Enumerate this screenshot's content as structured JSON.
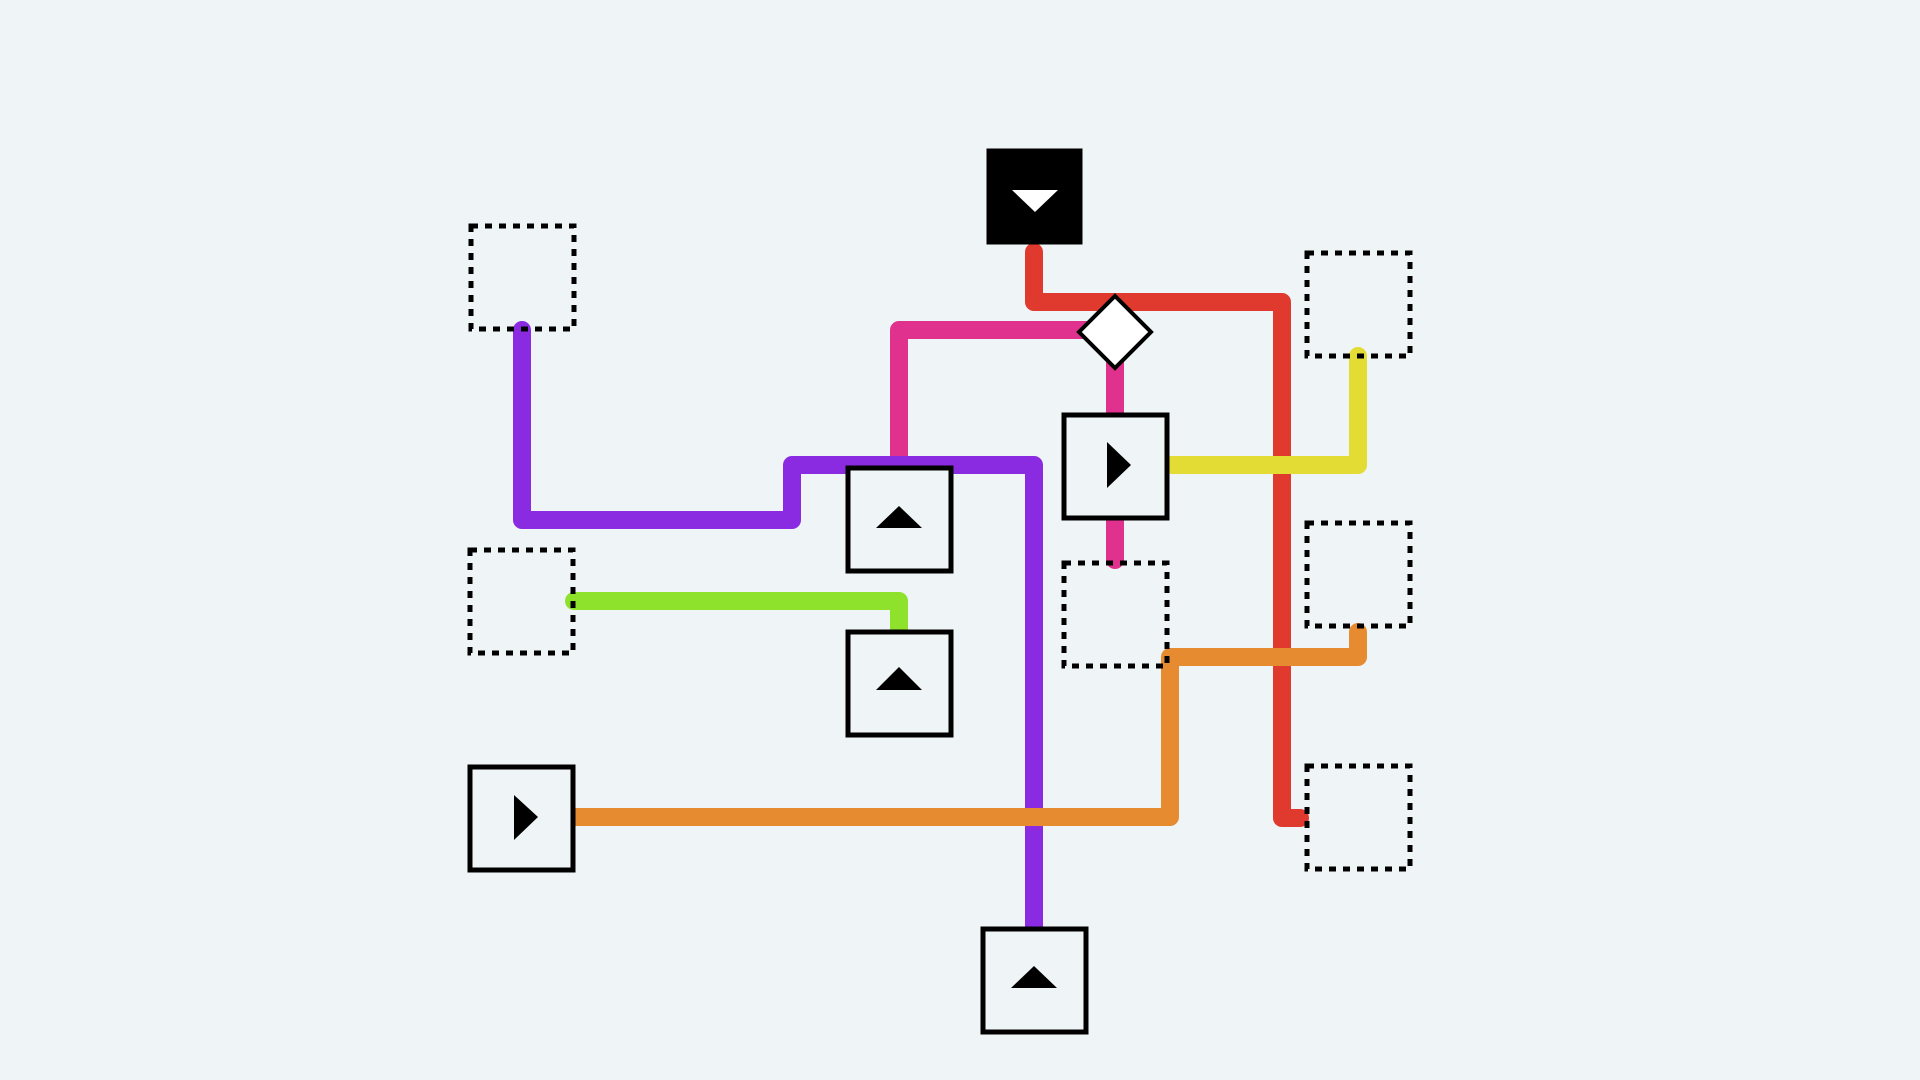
{
  "colors": {
    "background": "#eff4f6",
    "red": "#e03a2e",
    "magenta": "#e0318f",
    "purple": "#8a2be2",
    "yellow": "#e3dc34",
    "green": "#8fe22c",
    "orange": "#e68b30"
  },
  "icons": {
    "source": "triangle-down-icon",
    "splitter": "diamond-splitter-icon",
    "emitter_up": "triangle-up-icon",
    "emitter_right": "triangle-right-icon",
    "target": "dashed-empty-slot"
  },
  "pieces": [
    {
      "id": "source",
      "kind": "source",
      "direction": "down",
      "lit": true
    },
    {
      "id": "splitter",
      "kind": "splitter"
    },
    {
      "id": "emitter-center-right",
      "kind": "emitter",
      "direction": "right"
    },
    {
      "id": "emitter-mid-up-1",
      "kind": "emitter",
      "direction": "up"
    },
    {
      "id": "emitter-mid-up-2",
      "kind": "emitter",
      "direction": "up"
    },
    {
      "id": "emitter-left-right",
      "kind": "emitter",
      "direction": "right"
    },
    {
      "id": "emitter-bottom-up",
      "kind": "emitter",
      "direction": "up"
    },
    {
      "id": "target-top-left",
      "kind": "target",
      "filled": false
    },
    {
      "id": "target-mid-left",
      "kind": "target",
      "filled": false
    },
    {
      "id": "target-top-right",
      "kind": "target",
      "filled": false
    },
    {
      "id": "target-right-mid",
      "kind": "target",
      "filled": false
    },
    {
      "id": "target-bottom-right",
      "kind": "target",
      "filled": false
    },
    {
      "id": "target-center",
      "kind": "target",
      "filled": false
    }
  ]
}
